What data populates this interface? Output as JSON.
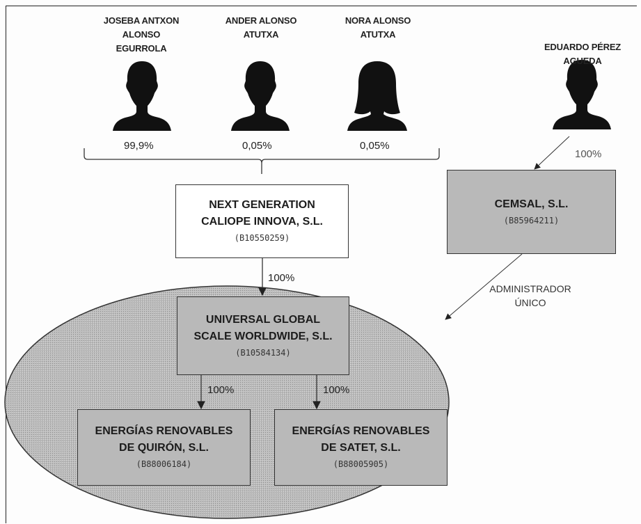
{
  "persons": [
    {
      "name": "JOSEBA ANTXON\nALONSO\nEGURROLA",
      "share": "99,9%",
      "gender": "male",
      "icon": "person-silhouette-icon"
    },
    {
      "name": "ANDER ALONSO\nATUTXA",
      "share": "0,05%",
      "gender": "male",
      "icon": "person-silhouette-icon"
    },
    {
      "name": "NORA ALONSO\nATUTXA",
      "share": "0,05%",
      "gender": "female",
      "icon": "person-silhouette-icon"
    },
    {
      "name": "EDUARDO PÉREZ\nAGUEDA",
      "share": "",
      "gender": "male",
      "icon": "person-silhouette-icon"
    }
  ],
  "companies": {
    "next_generation": {
      "name": "NEXT GENERATION\nCALIOPE INNOVA, S.L.",
      "id": "(B10550259)"
    },
    "cemsal": {
      "name": "CEMSAL, S.L.",
      "id": "(B85964211)"
    },
    "universal": {
      "name": "UNIVERSAL GLOBAL\nSCALE WORLDWIDE, S.L.",
      "id": "(B10584134)"
    },
    "quiron": {
      "name": "ENERGÍAS RENOVABLES\nDE QUIRÓN, S.L.",
      "id": "(B88006184)"
    },
    "satet": {
      "name": "ENERGÍAS RENOVABLES\nDE SATET, S.L.",
      "id": "(B88005905)"
    }
  },
  "edges": {
    "eduardo_to_cemsal": "100%",
    "next_to_universal": "100%",
    "universal_to_quiron": "100%",
    "universal_to_satet": "100%",
    "cemsal_role": "ADMINISTRADOR\nÚNICO"
  },
  "colors": {
    "grey_fill": "#b9b9b9",
    "ellipse_fill": "#b5b5b5",
    "line": "#333333"
  }
}
